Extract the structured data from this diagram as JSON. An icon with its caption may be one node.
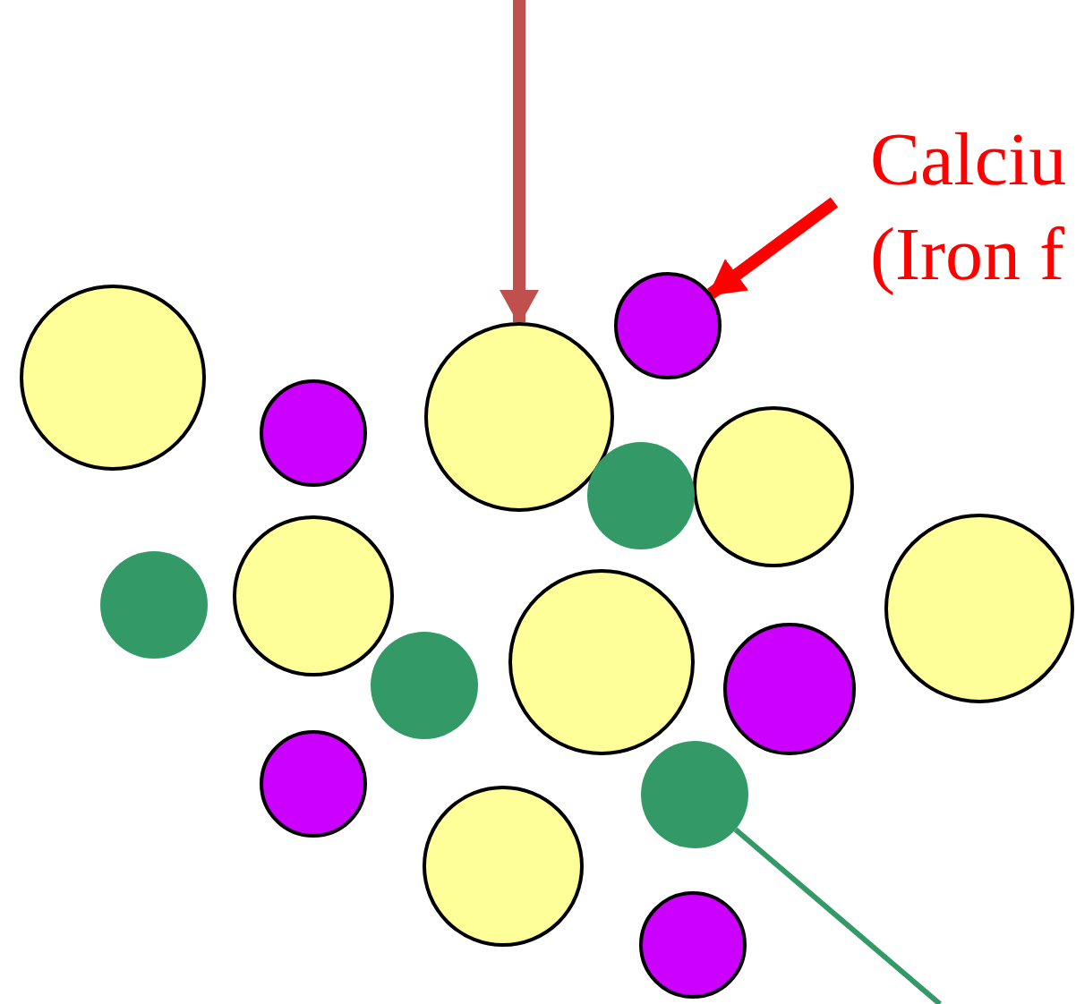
{
  "diagram": {
    "nodes": [
      {
        "text": [
          "Calciu (Iron f"
        ]
      },
      {
        "text": [],
        "shape": "circle"
      },
      {
        "text": [],
        "shape": "circle"
      },
      {
        "text": [],
        "shape": "circle"
      },
      {
        "text": [],
        "shape": "circle"
      },
      {
        "text": [],
        "shape": "circle"
      },
      {
        "text": [],
        "shape": "circle"
      },
      {
        "text": [],
        "shape": "circle"
      },
      {
        "text": [],
        "shape": "circle"
      },
      {
        "text": [],
        "shape": "circle"
      },
      {
        "text": [],
        "shape": "circle"
      },
      {
        "text": [],
        "shape": "circle"
      },
      {
        "text": [],
        "shape": "circle"
      },
      {
        "text": [],
        "shape": "circle"
      },
      {
        "text": [],
        "shape": "circle"
      },
      {
        "text": [],
        "shape": "circle"
      },
      {
        "text": [],
        "shape": "circle"
      }
    ],
    "edges": [
      {
        "from": null,
        "to": 3,
        "arrow": "to",
        "color": "#c0504d"
      },
      {
        "from": 0,
        "to": 1,
        "arrow": "to",
        "color": "#ff0000"
      },
      {
        "from": 14,
        "to": null,
        "arrow": "none",
        "color": "#339966"
      }
    ]
  }
}
